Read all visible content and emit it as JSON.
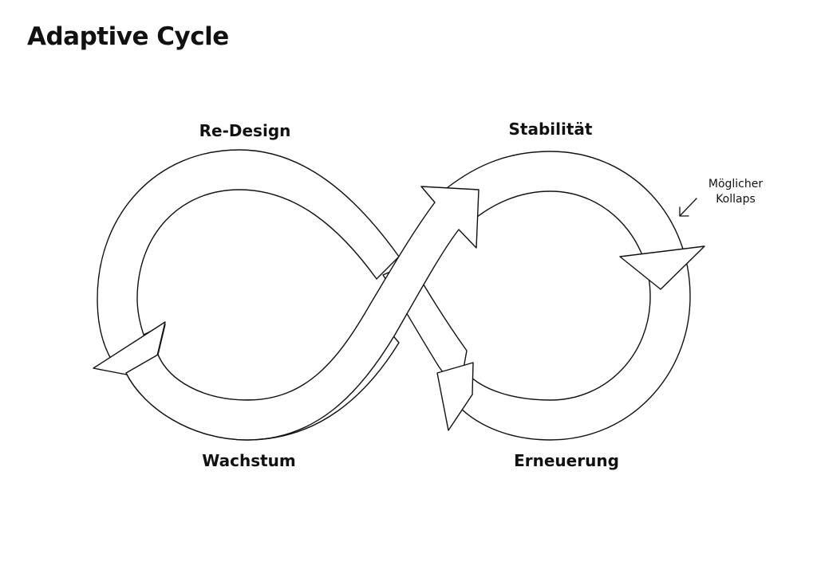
{
  "title": "Adaptive Cycle",
  "phases": {
    "redesign": "Re-Design",
    "stabilitat": "Stabilität",
    "wachstum": "Wachstum",
    "erneuerung": "Erneuerung"
  },
  "annotation": {
    "line1": "Möglicher",
    "line2": "Kollaps"
  },
  "colors": {
    "stroke": "#111111",
    "fill": "#ffffff"
  },
  "icons": [
    "arrow-icon"
  ]
}
